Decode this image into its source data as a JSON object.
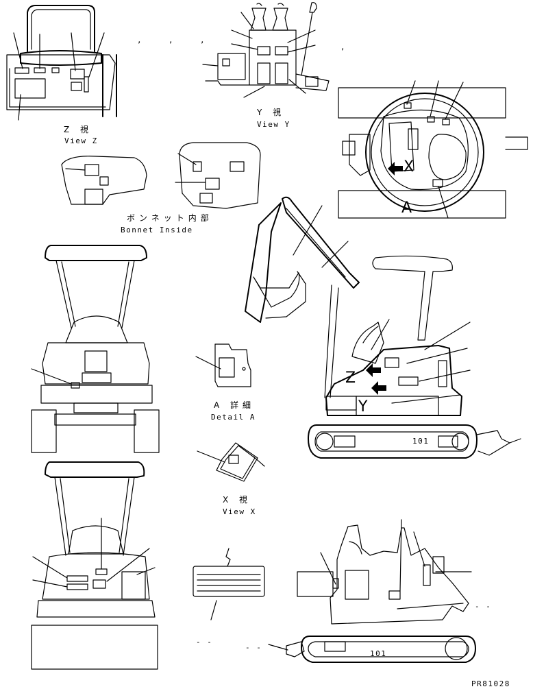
{
  "views": {
    "z": {
      "jp": "Z 視",
      "en": "View Z"
    },
    "y": {
      "jp": "Y 視",
      "en": "View Y"
    },
    "bonnet": {
      "jp": "ボンネット内部",
      "en": "Bonnet Inside"
    },
    "a": {
      "jp": "A 詳細",
      "en": "Detail A"
    },
    "x": {
      "jp": "X 視",
      "en": "View X"
    }
  },
  "markers": {
    "x": "X",
    "a": "A",
    "z": "Z",
    "y": "Y"
  },
  "dashes": {
    "left": "- -",
    "right": "- -",
    "far": "- -"
  },
  "plate_mark": "101",
  "figure_code": "PR81028"
}
